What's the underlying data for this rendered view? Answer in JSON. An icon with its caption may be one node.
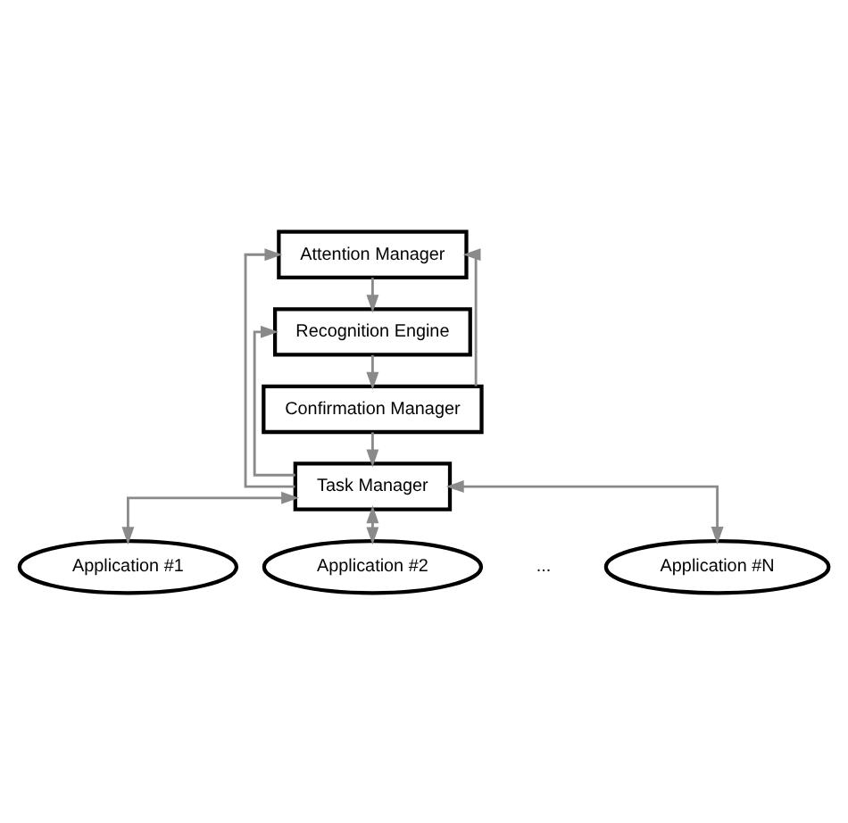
{
  "diagram": {
    "nodes": [
      {
        "text": [
          "Attention Manager"
        ]
      },
      {
        "text": [
          "Recognition Engine"
        ]
      },
      {
        "text": [
          "Confirmation Manager"
        ]
      },
      {
        "text": [
          "Task Manager"
        ]
      },
      {
        "text": [
          "Application #1"
        ]
      },
      {
        "text": [
          "Application #2"
        ]
      },
      {
        "text": [
          "Application #N"
        ]
      }
    ],
    "edges": [
      {
        "from": 0,
        "to": 1,
        "arrow": "to"
      },
      {
        "from": 1,
        "to": 2,
        "arrow": "to"
      },
      {
        "from": 2,
        "to": 3,
        "arrow": "to"
      },
      {
        "from": 3,
        "to": 0,
        "arrow": "to"
      },
      {
        "from": 2,
        "to": 0,
        "arrow": "to"
      },
      {
        "from": 3,
        "to": 1,
        "arrow": "to"
      },
      {
        "from": 3,
        "to": 4,
        "arrow": "both"
      },
      {
        "from": 3,
        "to": 5,
        "arrow": "both"
      },
      {
        "from": 3,
        "to": 6,
        "arrow": "both"
      }
    ],
    "labels": [
      "..."
    ]
  }
}
